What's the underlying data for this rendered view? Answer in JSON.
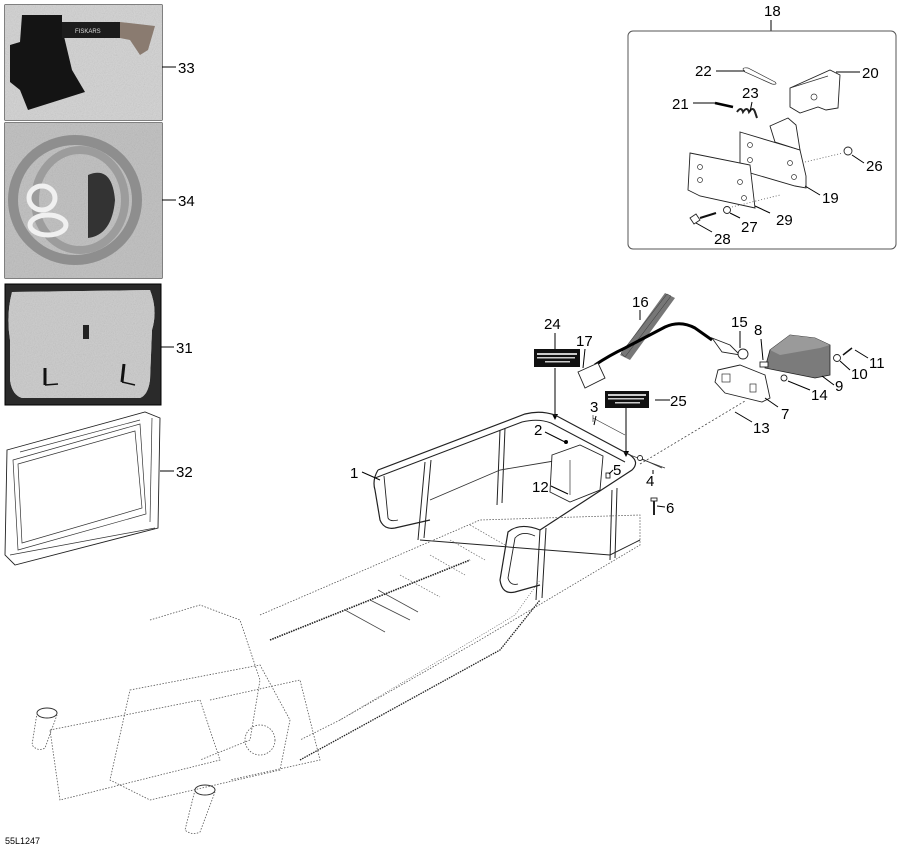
{
  "diagram": {
    "reference_code": "55L1247",
    "photos": [
      {
        "id": "33",
        "label": "33",
        "subject": "hatchet"
      },
      {
        "id": "34",
        "label": "34",
        "subject": "tow-rope"
      },
      {
        "id": "31",
        "label": "31",
        "subject": "cargo-box"
      },
      {
        "id": "32",
        "label": "32",
        "subject": "frame-panel"
      }
    ],
    "inset": {
      "label": "18",
      "callouts": [
        "19",
        "20",
        "21",
        "22",
        "23",
        "26",
        "27",
        "28",
        "29"
      ]
    },
    "callouts": {
      "c1": "1",
      "c2": "2",
      "c3": "3",
      "c4": "4",
      "c5": "5",
      "c6": "6",
      "c7": "7",
      "c8": "8",
      "c9": "9",
      "c10": "10",
      "c11": "11",
      "c12": "12",
      "c13": "13",
      "c14": "14",
      "c15": "15",
      "c16": "16",
      "c17": "17",
      "c18": "18",
      "c19": "19",
      "c20": "20",
      "c21": "21",
      "c22": "22",
      "c23": "23",
      "c24": "24",
      "c25": "25",
      "c26": "26",
      "c27": "27",
      "c28": "28",
      "c29": "29",
      "c31": "31",
      "c32": "32",
      "c33": "33",
      "c34": "34"
    }
  }
}
